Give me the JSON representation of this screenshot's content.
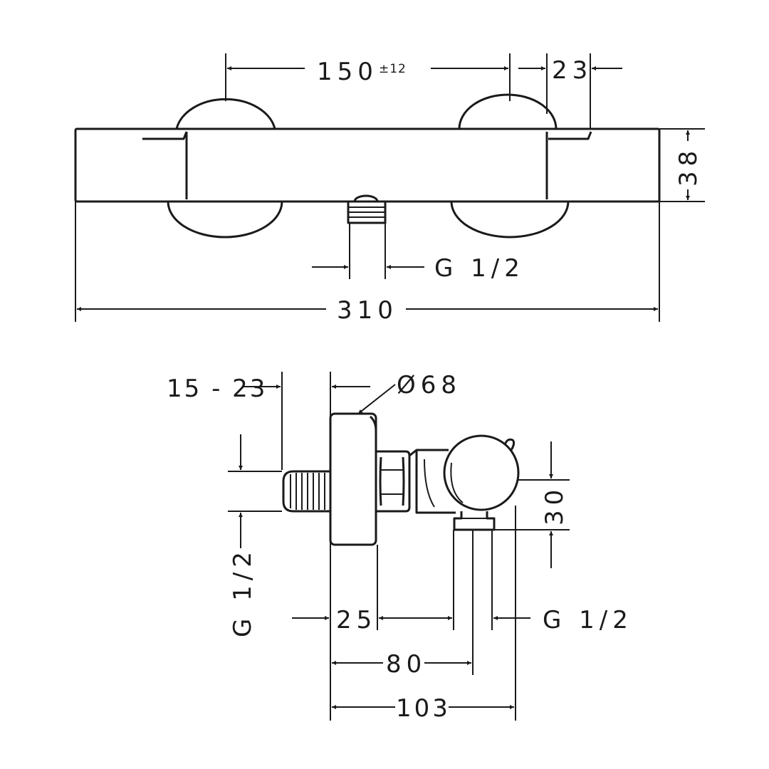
{
  "drawing": {
    "front_view": {
      "spacing_dimension": "150",
      "spacing_tolerance": "±12",
      "control_offset_dimension": "23",
      "body_height_dimension": "38",
      "outlet_thread": "G 1/2",
      "overall_length_dimension": "310"
    },
    "side_view": {
      "eccentric_adjust_dimension": "15 - 23",
      "cover_diameter": "Ø68",
      "inlet_thread": "G 1/2",
      "flange_dimension": "25",
      "outlet_axis_dimension": "80",
      "depth_dimension": "103",
      "outlet_height_dimension": "30",
      "outlet_thread": "G 1/2"
    }
  }
}
